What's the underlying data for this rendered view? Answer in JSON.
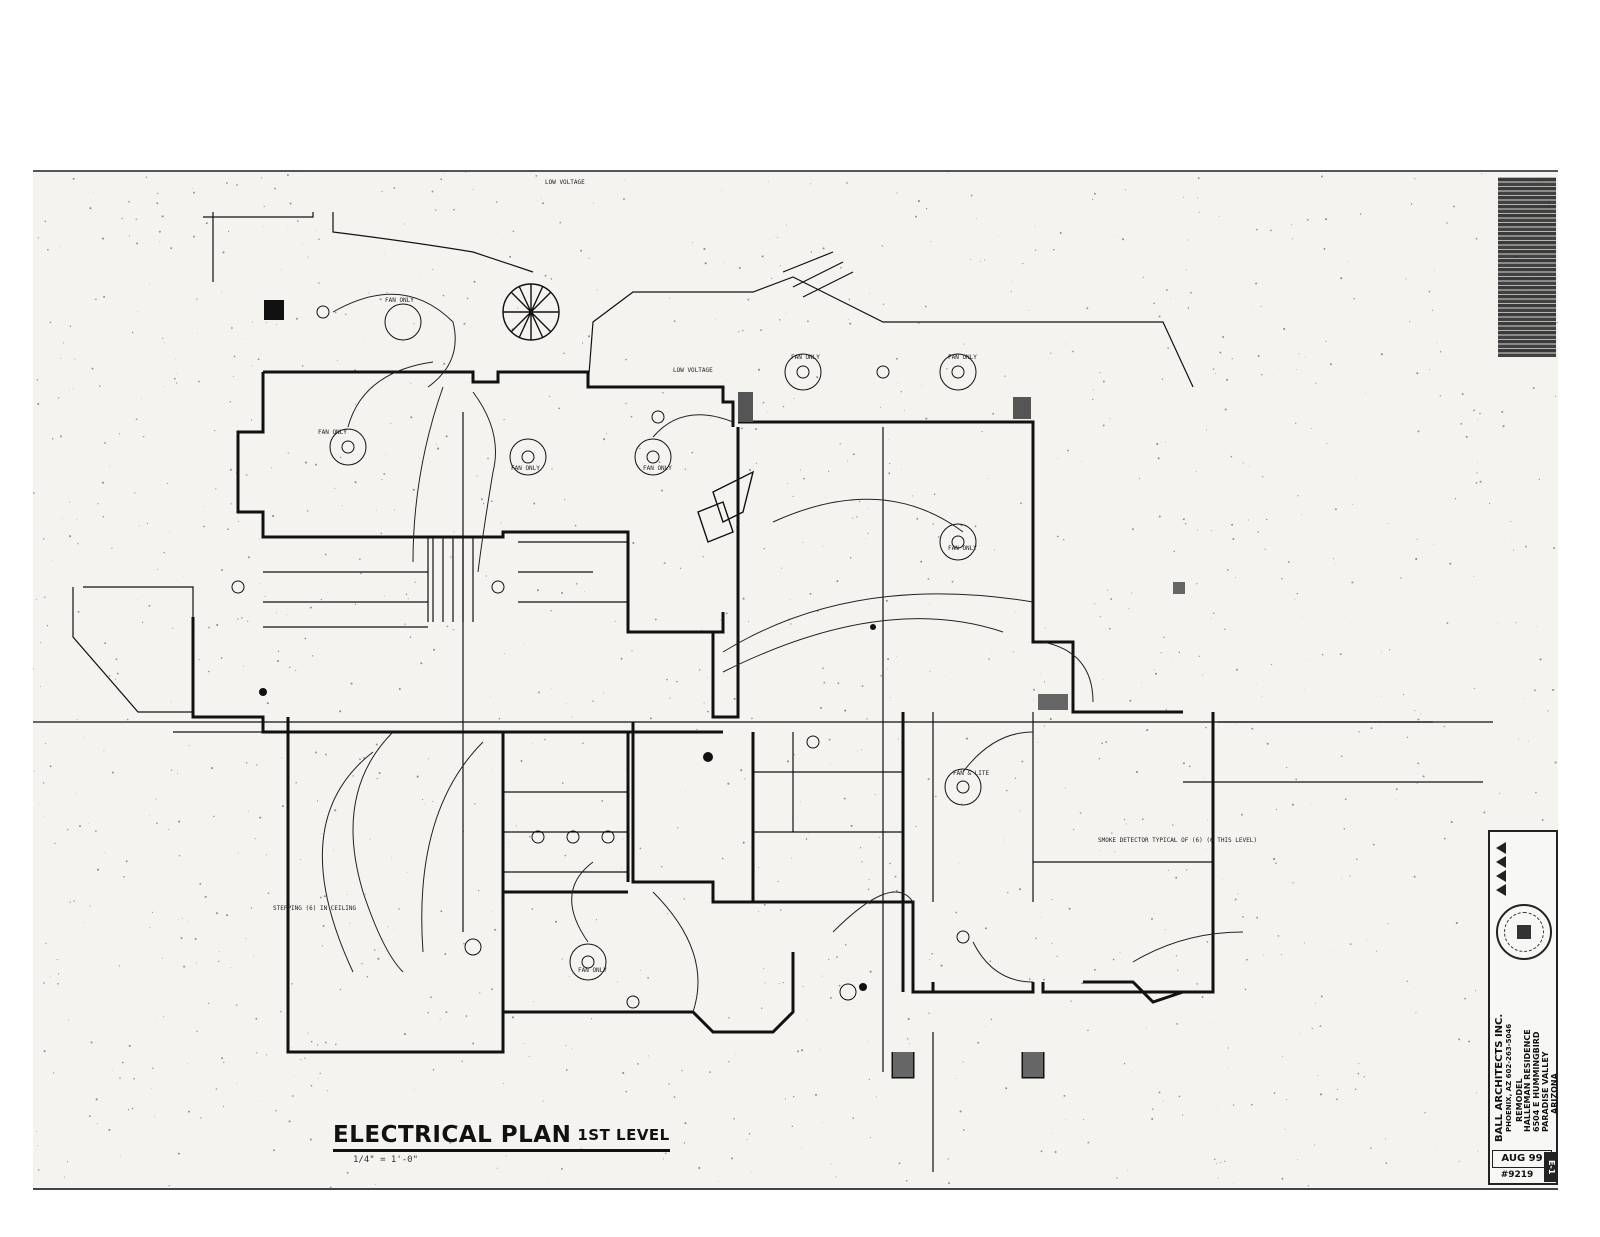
{
  "drawing": {
    "title": "ELECTRICAL PLAN",
    "level": "1ST LEVEL",
    "scale": "1/4\" = 1'-0\""
  },
  "title_block": {
    "firm": "BALL ARCHITECTS INC.",
    "firm_location": "PHOENIX, AZ 602-263-5046",
    "project_type": "REMODEL",
    "project_name": "HALLEMAN RESIDENCE",
    "address": "6504 E HUMMINGBIRD",
    "city": "PARADISE VALLEY",
    "state": "ARIZONA",
    "date": "AUG 99",
    "job_number": "#9219",
    "sheet": "E-1"
  },
  "notes": {
    "fan_only": "FAN ONLY",
    "fan_lite": "FAN & LITE",
    "low_voltage": "LOW VOLTAGE",
    "smoke": "SMOKE DETECTOR TYPICAL OF (6) (6 THIS LEVEL)",
    "stepping": "STEPPING (6) IN CEILING"
  },
  "colors": {
    "ink": "#111111",
    "paper": "#f4f3f0"
  }
}
